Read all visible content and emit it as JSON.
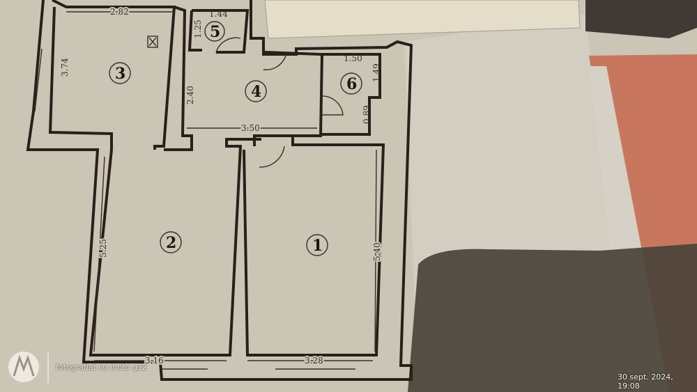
{
  "floor_plan": {
    "rooms": [
      {
        "number": "1",
        "dims": [
          "3.28",
          "5.40"
        ]
      },
      {
        "number": "2",
        "dims": [
          "3.16",
          "5.25"
        ]
      },
      {
        "number": "3",
        "dims": [
          "2.82",
          "3.74"
        ]
      },
      {
        "number": "4",
        "dims": [
          "3.50",
          "2.40"
        ]
      },
      {
        "number": "5",
        "dims": [
          "1.44",
          "1.25"
        ]
      },
      {
        "number": "6",
        "dims": [
          "1.50",
          "1.49",
          "0.89"
        ]
      }
    ]
  },
  "watermark": {
    "logo": "motorola",
    "caption": "fotografiat cu moto g32",
    "timestamp": "30 sept. 2024, 19:08"
  },
  "colors": {
    "paper": "#cfc9ba",
    "walls": "#2a1f1a",
    "pink_sheet": "#c8775e",
    "shadow": "#4a4339"
  }
}
